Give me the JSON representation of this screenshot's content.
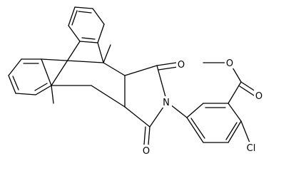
{
  "molecule": {
    "atoms": {
      "o_top": "O",
      "o_bottom": "O",
      "n_imide": "N",
      "o_ester_single": "O",
      "o_ester_double": "O",
      "cl": "Cl"
    }
  },
  "colors": {
    "bond": "#000000",
    "background": "#ffffff"
  }
}
